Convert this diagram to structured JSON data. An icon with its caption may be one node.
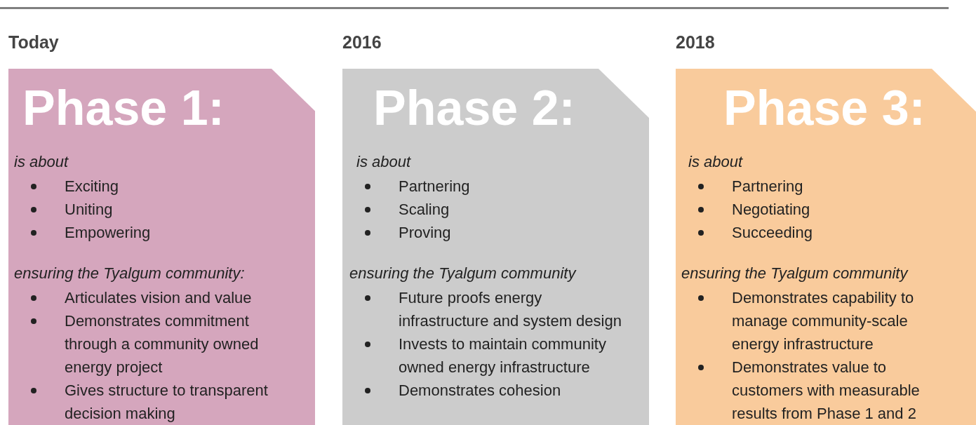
{
  "diagram": {
    "nodes": [
      {
        "text": [
          "Today",
          "Phase 1:",
          "is about",
          "Exciting",
          "Uniting",
          "Empowering",
          "ensuring the Tyalgum community:",
          "Articulates vision and value",
          "Demonstrates commitment through a community owned energy project",
          "Gives structure to transparent decision making"
        ]
      },
      {
        "text": [
          "2016",
          "Phase 2:",
          "is about",
          "Partnering",
          "Scaling",
          "Proving",
          "ensuring the Tyalgum community",
          "Future proofs energy infrastructure and system design",
          "Invests to maintain community owned energy infrastructure",
          "Demonstrates cohesion"
        ]
      },
      {
        "text": [
          "2018",
          "Phase 3:",
          "is about",
          "Partnering",
          "Negotiating",
          "Succeeding",
          "ensuring the Tyalgum community",
          "Demonstrates capability to manage community-scale energy infrastructure",
          "Demonstrates value to customers with measurable results from Phase 1 and 2"
        ]
      }
    ]
  }
}
